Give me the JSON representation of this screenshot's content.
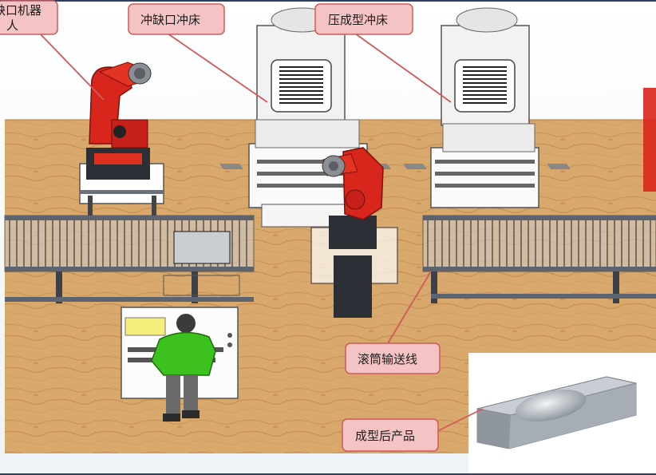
{
  "callouts": {
    "robot_top_line": "缺口机器",
    "robot_bottom_line": "人",
    "notch_press": "冲缺口冲床",
    "forming_press": "压成型冲床",
    "roller_conveyor": "滚筒输送线",
    "formed_product": "成型后产品"
  },
  "colors": {
    "floor": "#d8a86c",
    "robot": "#d9261c",
    "callout_fill": "#f4c4c4",
    "callout_border": "#d05a5a",
    "operator_shirt": "#3cc11f",
    "press_body": "#f2f2f2",
    "frame": "#5d6470"
  }
}
